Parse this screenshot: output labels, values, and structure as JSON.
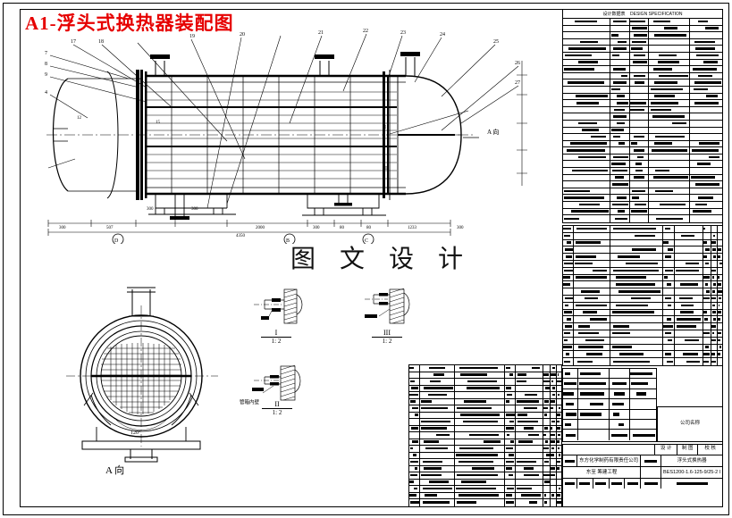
{
  "sheet": {
    "title": "A1-浮头式换热器装配图",
    "title_color": "#e60000",
    "watermark": "图 文 设 计",
    "background": "#ffffff",
    "line_color": "#000000"
  },
  "spec_table": {
    "header_cn": "设计数据表",
    "header_en": "DESIGN SPECIFICATION",
    "rows": 30
  },
  "main_view": {
    "view_callout": "A 向",
    "detail_markers": [
      "I",
      "II",
      "III"
    ],
    "dimensions_bottom": [
      "300",
      "507",
      "300",
      "300",
      "2000",
      "4350",
      "300",
      "80",
      "80",
      "1233",
      "300"
    ],
    "dimensions_inner": [
      "12",
      "15",
      "300",
      "280",
      "300",
      "12"
    ],
    "balloons_left": [
      "7",
      "8",
      "9",
      "4"
    ],
    "balloons_top": [
      "17",
      "18",
      "19",
      "20",
      "21",
      "22",
      "23",
      "24",
      "25",
      "26"
    ],
    "circle_balloons": [
      "D",
      "B",
      "C"
    ]
  },
  "a_view": {
    "caption": "A 向",
    "angle_label": "120°"
  },
  "details": [
    {
      "name": "I",
      "scale": "1: 2"
    },
    {
      "name": "III",
      "scale": "1: 2"
    },
    {
      "name": "II",
      "scale": "1: 2"
    }
  ],
  "detail_note": "管箱内壁",
  "bom_bottom": {
    "rows": 21,
    "columns": [
      "件号",
      "代号",
      "名称",
      "数量",
      "材料",
      "单件",
      "总计",
      "备注"
    ]
  },
  "bom_right": {
    "rows": 20
  },
  "company_box": {
    "label": "公司名称"
  },
  "title_block": {
    "row_project": "东方化学制药有限责任公司",
    "row_stage": "东至 筹建工程",
    "drawing_name": "浮头式换热器",
    "drawing_spec": "BES1200-1.6-125-9/25-2 I"
  },
  "signature_cells": [
    "设 计",
    "制 图",
    "校 核",
    "审 核",
    "批 准"
  ]
}
